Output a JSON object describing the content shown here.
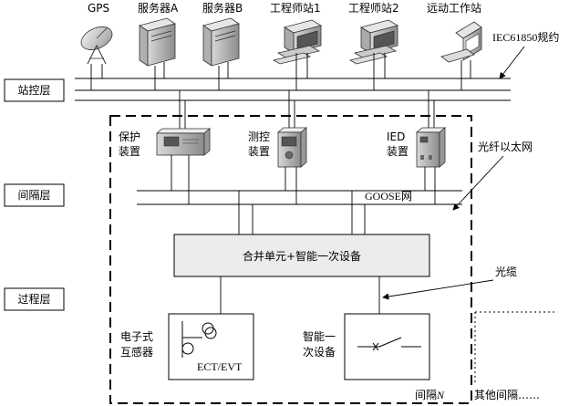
{
  "title": "",
  "layers": {
    "station": "站控层",
    "bay": "间隔层",
    "process": "过程层"
  },
  "devices": {
    "gps": "GPS",
    "server_a": "服务器A",
    "server_b": "服务器B",
    "eng_station_1": "工程师站1",
    "eng_station_2": "工程师站2",
    "remote_station": "远动工作站"
  },
  "annotations": {
    "iec61850": "IEC61850规约",
    "fiber_ethernet": "光纤以太网",
    "goose_net": "GOOSE网",
    "optical_cable": "光缆"
  },
  "bay_devices": {
    "protection_line1": "保护",
    "protection_line2": "装置",
    "measure_line1": "测控",
    "measure_line2": "装置",
    "ied_line1": "IED",
    "ied_line2": "装置"
  },
  "process": {
    "merging_unit": "合并单元+智能一次设备",
    "ect_line1": "电子式",
    "ect_line2": "互感器",
    "ect_evt": "ECT/EVT",
    "smart_line1": "智能一",
    "smart_line2": "次设备"
  },
  "bay_label": "间隔",
  "bay_label_n": "N",
  "other_bays": "其他间隔……"
}
